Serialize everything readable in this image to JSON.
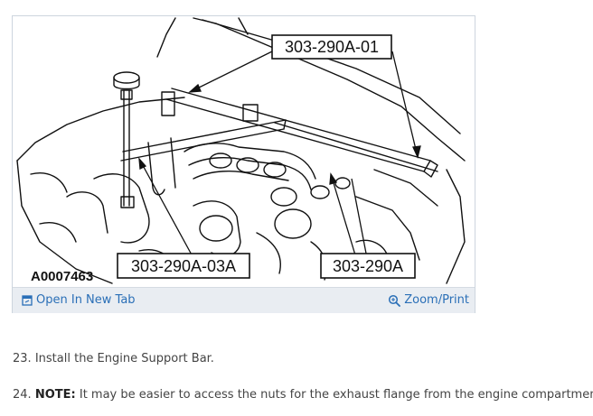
{
  "figure": {
    "callouts": {
      "top": "303-290A-01",
      "bottom_left": "303-290A-03A",
      "bottom_right": "303-290A"
    },
    "figure_id": "A0007463",
    "toolbar": {
      "open_label": "Open In New Tab",
      "zoom_label": "Zoom/Print"
    }
  },
  "steps": [
    {
      "number": "23.",
      "text": "Install the Engine Support Bar."
    },
    {
      "number": "24.",
      "note_label": "NOTE:",
      "text": "It may be easier to access the nuts for the exhaust flange from the engine compartment."
    }
  ],
  "colors": {
    "link": "#2a6fb7",
    "toolbar_bg": "#e9edf2",
    "frame_border": "#cdd5de"
  },
  "icons": {
    "open": "open-new-tab-icon",
    "zoom": "zoom-icon"
  }
}
